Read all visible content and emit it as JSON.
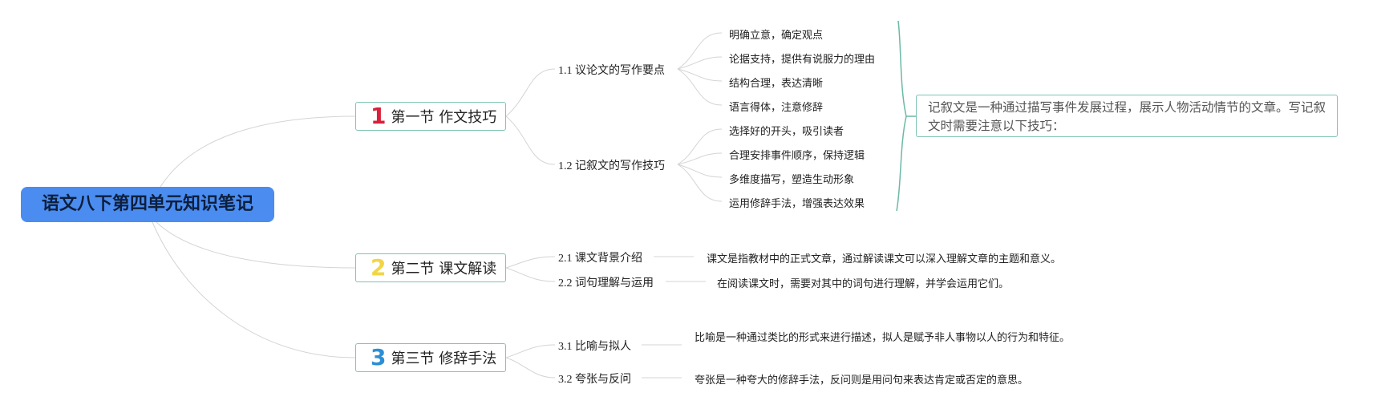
{
  "root": {
    "title": "语文八下第四单元知识笔记"
  },
  "sections": [
    {
      "num": "1",
      "title": "第一节 作文技巧",
      "color": "#d9203a",
      "subs": [
        {
          "title": "1.1 议论文的写作要点",
          "items": [
            "明确立意，确定观点",
            "论据支持，提供有说服力的理由",
            "结构合理，表达清晰",
            "语言得体，注意修辞"
          ]
        },
        {
          "title": "1.2 记叙文的写作技巧",
          "items": [
            "选择好的开头，吸引读者",
            "合理安排事件顺序，保持逻辑",
            "多维度描写，塑造生动形象",
            "运用修辞手法，增强表达效果"
          ]
        }
      ]
    },
    {
      "num": "2",
      "title": "第二节 课文解读",
      "color": "#f2d544",
      "subs": [
        {
          "title": "2.1 课文背景介绍",
          "desc": "课文是指教材中的正式文章，通过解读课文可以深入理解文章的主题和意义。"
        },
        {
          "title": "2.2 词句理解与运用",
          "desc": "在阅读课文时，需要对其中的词句进行理解，并学会运用它们。"
        }
      ]
    },
    {
      "num": "3",
      "title": "第三节 修辞手法",
      "color": "#2b8fd6",
      "subs": [
        {
          "title": "3.1 比喻与拟人",
          "desc": "比喻是一种通过类比的形式来进行描述，拟人是赋予非人事物以人的行为和特征。"
        },
        {
          "title": "3.2 夸张与反问",
          "desc": "夸张是一种夸大的修辞手法，反问则是用问句来表达肯定或否定的意思。"
        }
      ]
    }
  ],
  "summary": {
    "text": "记叙文是一种通过描写事件发展过程，展示人物活动情节的文章。写记叙文时需要注意以下技巧："
  }
}
